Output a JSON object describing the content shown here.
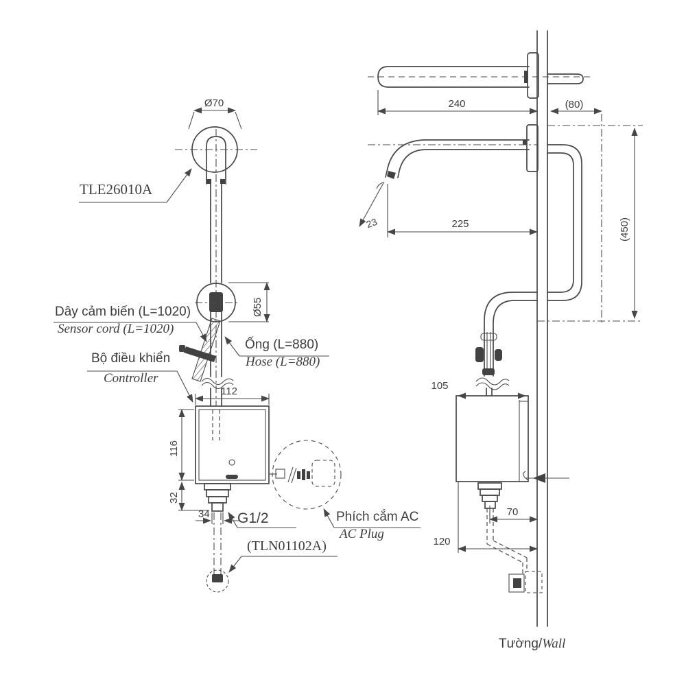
{
  "drawing": {
    "ink_color": "#474747",
    "front_view": {
      "product_code": "TLE26010A",
      "spout_diameter": "Ø70",
      "shroud_diameter": "Ø55",
      "sensor_cord_label_vi": "Dây cảm biến (L=1020)",
      "sensor_cord_label_en": "Sensor cord (L=1020)",
      "controller_label_vi": "Bộ điều khiển",
      "controller_label_en": "Controller",
      "hose_label_vi": "Ống (L=880)",
      "hose_label_en": "Hose (L=880)",
      "controller_width": "112",
      "controller_height": "116",
      "fitting_height": "32",
      "fitting_width": "34",
      "thread_size": "G1/2",
      "ac_plug_label_vi": "Phích cắm AC",
      "ac_plug_label_en": "AC Plug",
      "stop_valve_code": "(TLN01102A)"
    },
    "side_view": {
      "spout_overall_length": "240",
      "behind_wall_offset": "(80)",
      "spout_reach": "225",
      "spout_tip_angle": "23",
      "supply_loop_height": "(450)",
      "controller_depth": "105",
      "outlet_to_wall": "70",
      "controller_to_wall": "120",
      "wall_label_vi": "Tường/",
      "wall_label_en": "Wall"
    }
  }
}
